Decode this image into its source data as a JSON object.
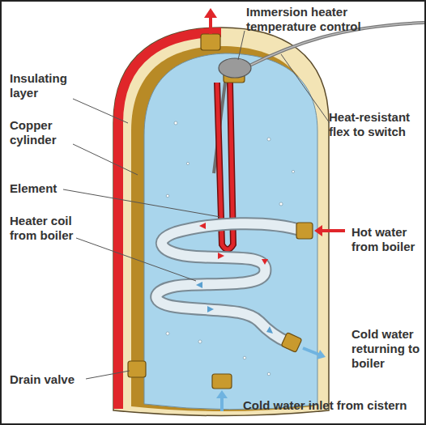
{
  "diagram": {
    "labels": [
      "Immersion heater temperature control",
      "Insulating layer",
      "Copper cylinder",
      "Heat-resistant flex to switch",
      "Element",
      "Heater coil from boiler",
      "Hot water from boiler",
      "Drain valve",
      "Cold water returning to boiler",
      "Cold water inlet from cistern"
    ]
  }
}
